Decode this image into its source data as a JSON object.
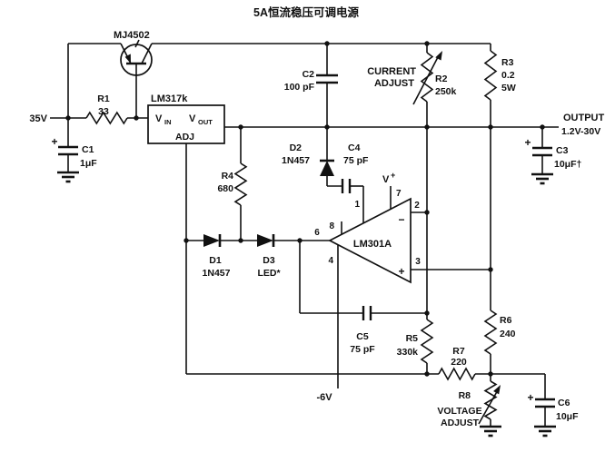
{
  "title": "5A恒流稳压可调电源",
  "power": {
    "input": "35V",
    "neg_supply": "-6V",
    "output_label": "OUTPUT",
    "output_range": "1.2V-30V"
  },
  "transistor": {
    "name": "MJ4502"
  },
  "regulator": {
    "name": "LM317k",
    "pin_vin_main": "V",
    "pin_vin_sub": "IN",
    "pin_vout_main": "V",
    "pin_vout_sub": "OUT",
    "pin_adj": "ADJ"
  },
  "opamp": {
    "name": "LM301A",
    "vplus_main": "V",
    "vplus_sup": "+",
    "minus": "−",
    "plus": "+",
    "pins": {
      "p1": "1",
      "p2": "2",
      "p3": "3",
      "p4": "4",
      "p6": "6",
      "p7": "7",
      "p8": "8"
    }
  },
  "resistors": {
    "r1": {
      "name": "R1",
      "value": "33"
    },
    "r2": {
      "name": "R2",
      "value": "250k",
      "adjust_line1": "CURRENT",
      "adjust_line2": "ADJUST"
    },
    "r3": {
      "name": "R3",
      "value": "0.2",
      "power": "5W"
    },
    "r4": {
      "name": "R4",
      "value": "680"
    },
    "r5": {
      "name": "R5",
      "value": "330k"
    },
    "r6": {
      "name": "R6",
      "value": "240"
    },
    "r7": {
      "name": "R7",
      "value": "220"
    },
    "r8": {
      "name": "R8",
      "adjust_line1": "VOLTAGE",
      "adjust_line2": "ADJUST"
    }
  },
  "capacitors": {
    "c1": {
      "name": "C1",
      "value": "1μF",
      "polarity": "+"
    },
    "c2": {
      "name": "C2",
      "value": "100 pF"
    },
    "c3": {
      "name": "C3",
      "value": "10μF†",
      "polarity": "+"
    },
    "c4": {
      "name": "C4",
      "value": "75 pF"
    },
    "c5": {
      "name": "C5",
      "value": "75 pF"
    },
    "c6": {
      "name": "C6",
      "value": "10μF",
      "polarity": "+"
    }
  },
  "diodes": {
    "d1": {
      "name": "D1",
      "value": "1N457"
    },
    "d2": {
      "name": "D2",
      "value": "1N457"
    },
    "d3": {
      "name": "D3",
      "value": "LED*"
    }
  },
  "colors": {
    "ink": "#111111",
    "background": "#ffffff"
  }
}
